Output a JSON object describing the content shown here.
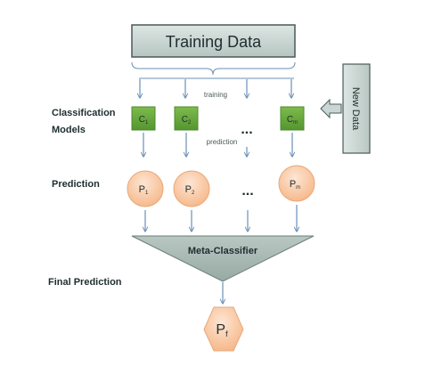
{
  "colors": {
    "title_box_fill": "#c9d6d3",
    "title_box_stroke": "#4a5a5a",
    "arrow": "#6a8fb8",
    "model_fill": "#6aa83c",
    "model_stroke": "#4e8a2c",
    "pred_fill": "#fbc9a5",
    "pred_stroke": "#e8a87a",
    "meta_fill": "#a9b9b3",
    "meta_stroke": "#6b7d78",
    "text_dark": "#1f2d2f"
  },
  "labels": {
    "classification_models": "Classification\nModels",
    "prediction": "Prediction",
    "final_prediction": "Final Prediction"
  },
  "diagram": {
    "training_data": "Training Data",
    "new_data": "New Data",
    "training_label": "training",
    "prediction_label": "prediction",
    "meta_classifier": "Meta-Classifier",
    "models": [
      {
        "base": "C",
        "sub": "1"
      },
      {
        "base": "C",
        "sub": "2"
      },
      {
        "base": "C",
        "sub": "m"
      }
    ],
    "predictions": [
      {
        "base": "P",
        "sub": "1"
      },
      {
        "base": "P",
        "sub": "2"
      },
      {
        "base": "P",
        "sub": "m"
      }
    ],
    "final": {
      "base": "P",
      "sub": "f"
    },
    "ellipsis": "..."
  }
}
